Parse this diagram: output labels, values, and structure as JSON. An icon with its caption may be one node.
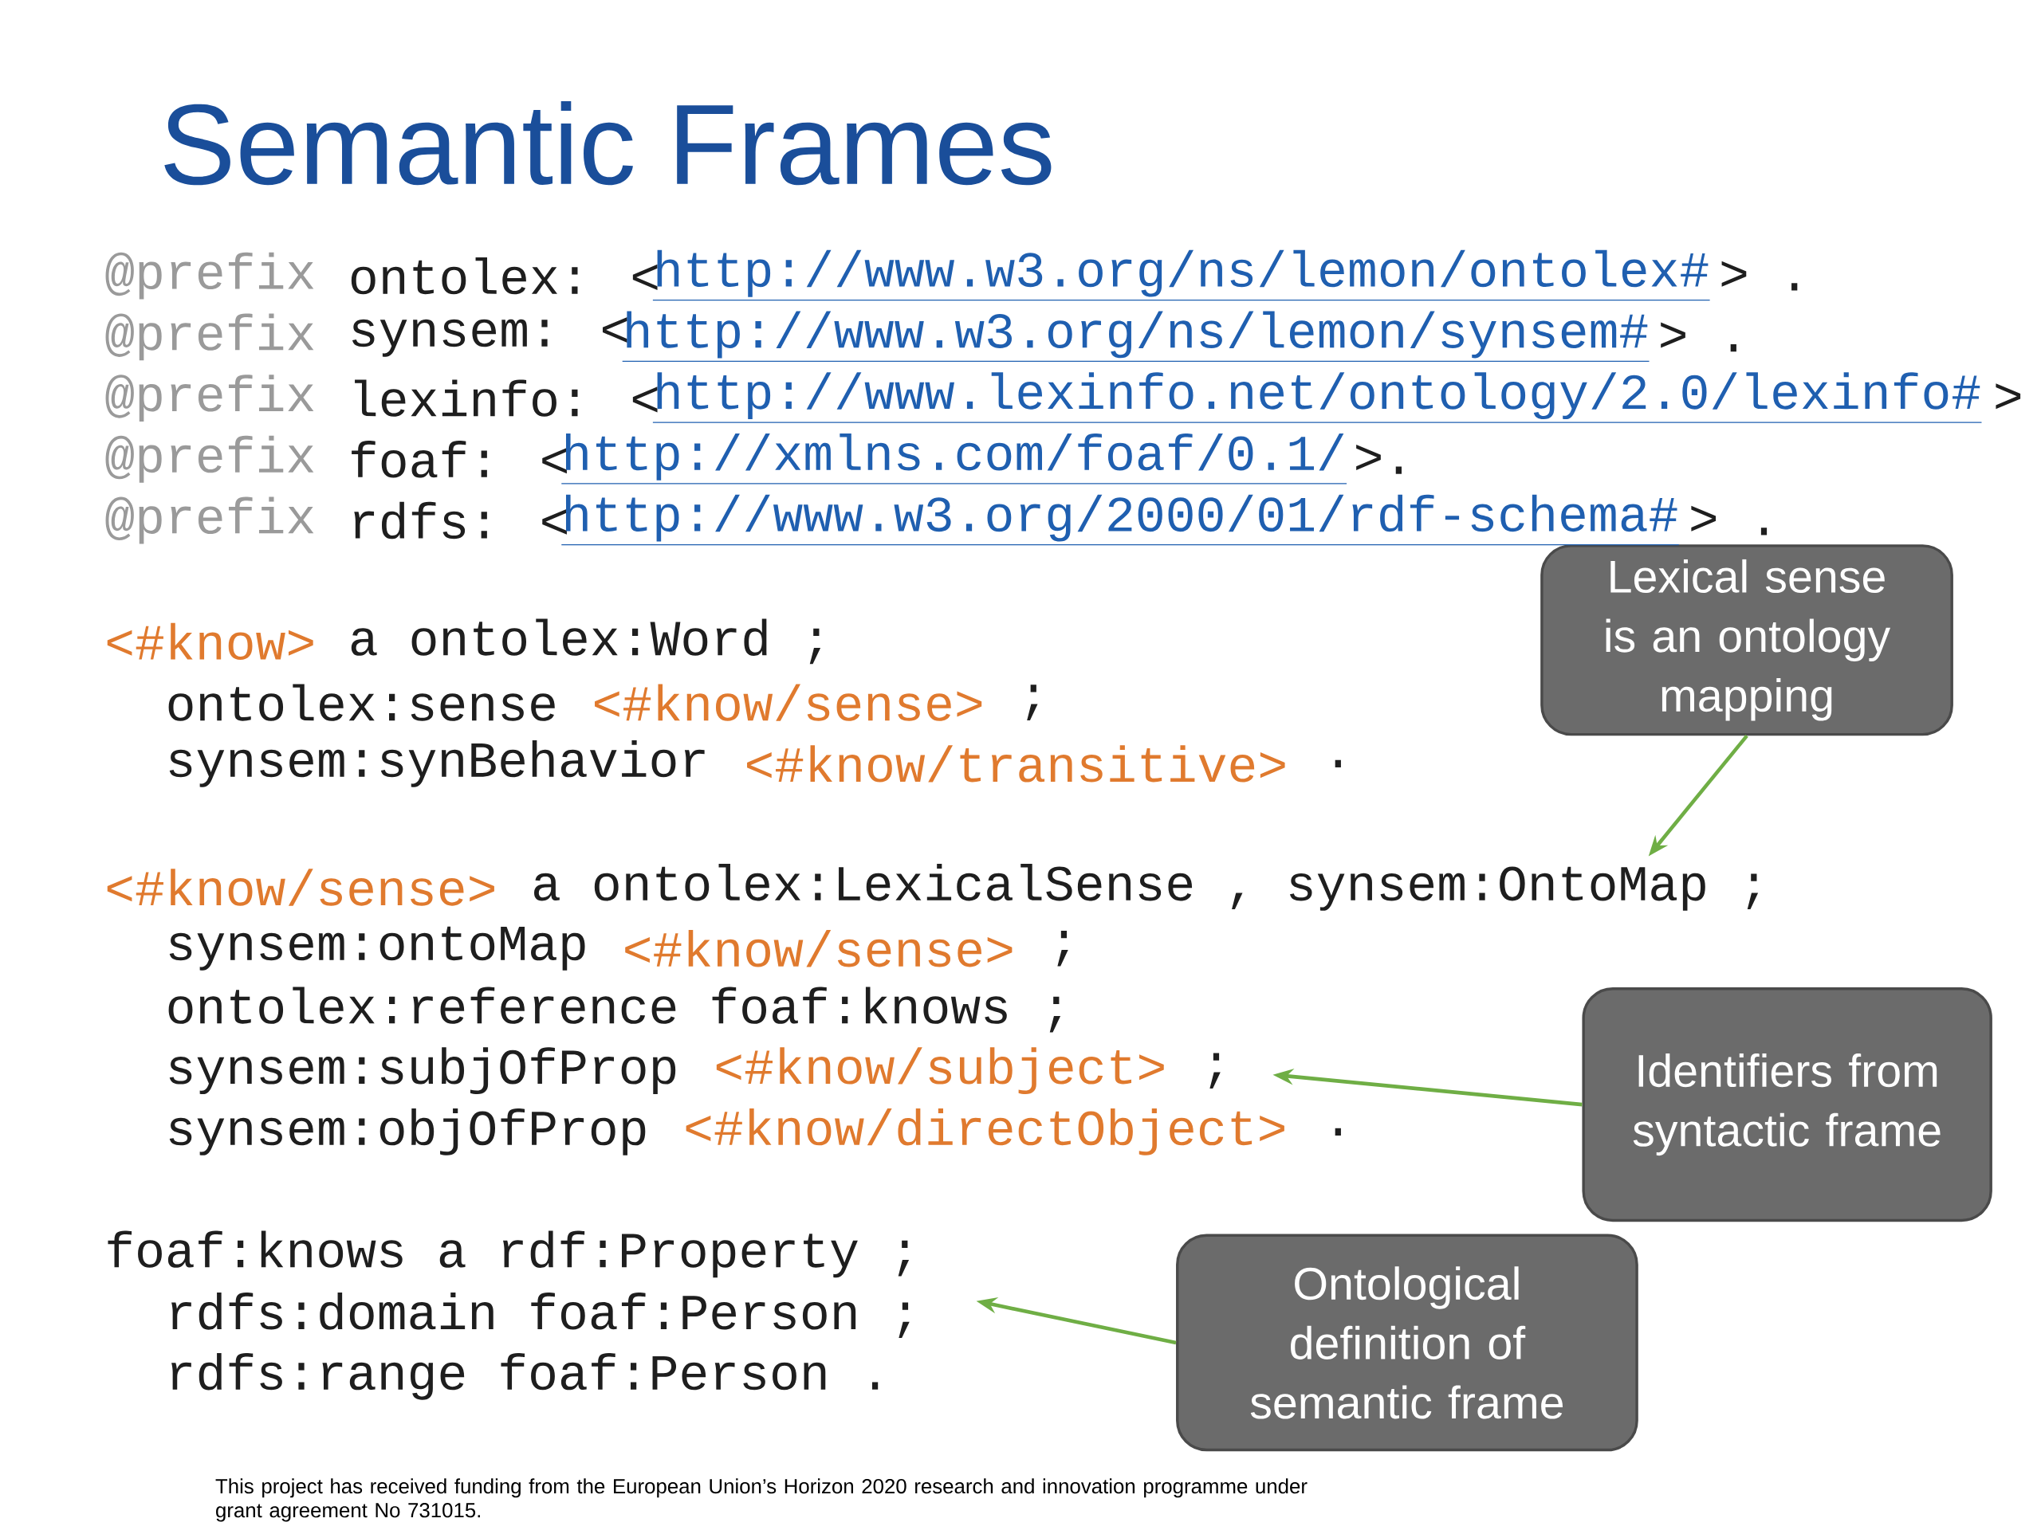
{
  "diagram": {
    "title": "Semantic Frames",
    "nodes": [
      {
        "text": [
          "Lexical sense is an ontology mapping"
        ]
      },
      {
        "text": [
          "Identifiers from syntactic frame"
        ]
      },
      {
        "text": [
          "Ontological definition of semantic frame"
        ]
      },
      {
        "text": [
          "a ontolex:LexicalSense , synsem:OntoMap ;"
        ]
      },
      {
        "text": [
          ";"
        ]
      }
    ],
    "edges": [
      {
        "from": 0,
        "to": 3,
        "arrow": "to"
      },
      {
        "from": 1,
        "to": 4,
        "arrow": "to"
      },
      {
        "from": 2,
        "to": null,
        "arrow": "to"
      }
    ],
    "labels": [
      "@prefix",
      "ontolex: <",
      "http://www.w3.org/ns/lemon/ontolex#",
      "> .",
      "@prefix",
      "synsem: <",
      "http://www.w3.org/ns/lemon/synsem#",
      "> .",
      "@prefix",
      "lexinfo: <",
      "http://www.lexinfo.net/ontology/2.0/lexinfo#",
      ">",
      "@prefix",
      "foaf: <",
      "http://xmlns.com/foaf/0.1/",
      ">.",
      "@prefix",
      "rdfs: <",
      "http://www.w3.org/2000/01/rdf-schema#",
      "> .",
      "<#know>",
      "a ontolex:Word ;",
      "ontolex:sense",
      "<#know/sense>",
      ";",
      "synsem:synBehavior",
      "<#know/transitive>",
      ".",
      "<#know/sense>",
      "synsem:ontoMap",
      "<#know/sense>",
      ";",
      "ontolex:reference foaf:knows ;",
      "synsem:subjOfProp",
      "<#know/subject>",
      "synsem:objOfProp",
      "<#know/directObject>",
      ".",
      "foaf:knows a rdf:Property ;",
      "rdfs:domain foaf:Person ;",
      "rdfs:range foaf:Person .",
      "This project has received funding from the European Union’s Horizon 2020 research and innovation programme under grant agreement No 731015."
    ]
  }
}
